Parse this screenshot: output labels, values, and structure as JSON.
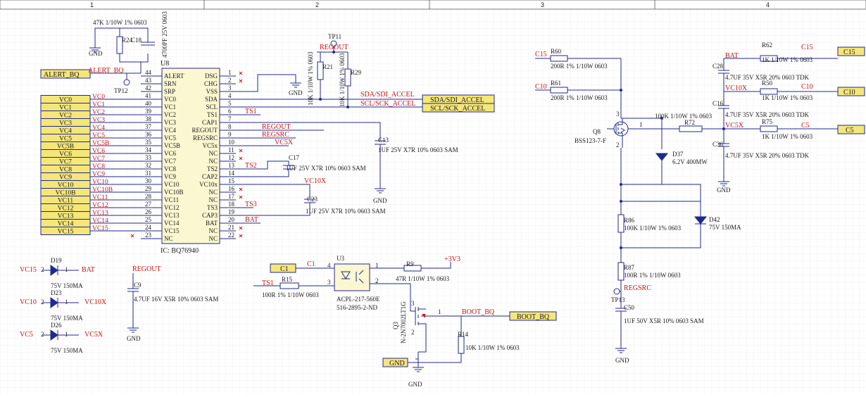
{
  "frame": {
    "columns": [
      "1",
      "2",
      "3",
      "4"
    ]
  },
  "u8": {
    "ref": "U8",
    "ic": "IC: BQ76940",
    "left_pins": [
      {
        "num": "44",
        "name": "ALERT"
      },
      {
        "num": "43",
        "name": "SRN"
      },
      {
        "num": "42",
        "name": "SRP"
      },
      {
        "num": "41",
        "name": "VC0"
      },
      {
        "num": "40",
        "name": "VC1"
      },
      {
        "num": "39",
        "name": "VC2"
      },
      {
        "num": "38",
        "name": "VC3"
      },
      {
        "num": "37",
        "name": "VC4"
      },
      {
        "num": "36",
        "name": "VC5"
      },
      {
        "num": "35",
        "name": "VC5B"
      },
      {
        "num": "34",
        "name": "VC6"
      },
      {
        "num": "33",
        "name": "VC7"
      },
      {
        "num": "32",
        "name": "VC8"
      },
      {
        "num": "31",
        "name": "VC9"
      },
      {
        "num": "30",
        "name": "VC10"
      },
      {
        "num": "29",
        "name": "VC10B"
      },
      {
        "num": "28",
        "name": "VC11"
      },
      {
        "num": "27",
        "name": "VC12"
      },
      {
        "num": "26",
        "name": "VC13"
      },
      {
        "num": "25",
        "name": "VC14"
      },
      {
        "num": "24",
        "name": "VC15"
      },
      {
        "num": "23",
        "name": "NC"
      }
    ],
    "right_pins": [
      {
        "num": "1",
        "name": "DSG"
      },
      {
        "num": "2",
        "name": "CHG"
      },
      {
        "num": "3",
        "name": "VSS"
      },
      {
        "num": "4",
        "name": "SDA"
      },
      {
        "num": "5",
        "name": "SCL"
      },
      {
        "num": "6",
        "name": "TS1"
      },
      {
        "num": "7",
        "name": "CAP1"
      },
      {
        "num": "8",
        "name": "REGOUT"
      },
      {
        "num": "9",
        "name": "REGSRC"
      },
      {
        "num": "10",
        "name": "VC5x"
      },
      {
        "num": "11",
        "name": "NC"
      },
      {
        "num": "12",
        "name": "NC"
      },
      {
        "num": "13",
        "name": "TS2"
      },
      {
        "num": "14",
        "name": "CAP2"
      },
      {
        "num": "15",
        "name": "VC10x"
      },
      {
        "num": "16",
        "name": "NC"
      },
      {
        "num": "17",
        "name": "NC"
      },
      {
        "num": "18",
        "name": "TS3"
      },
      {
        "num": "19",
        "name": "CAP3"
      },
      {
        "num": "20",
        "name": "BAT"
      },
      {
        "num": "21",
        "name": "NC"
      },
      {
        "num": "22",
        "name": "NC"
      }
    ]
  },
  "vc_ports": [
    "VC0",
    "VC1",
    "VC2",
    "VC3",
    "VC4",
    "VC5",
    "VC5B",
    "VC6",
    "VC7",
    "VC8",
    "VC9",
    "VC10",
    "VC10B",
    "VC11",
    "VC12",
    "VC13",
    "VC14",
    "VC15"
  ],
  "left_nets": [
    "VC0",
    "VC1",
    "VC2",
    "VC3",
    "VC4",
    "VC5",
    "VC5B",
    "VC6",
    "VC7",
    "VC8",
    "VC9",
    "VC10",
    "VC10B",
    "VC11",
    "VC12",
    "VC13",
    "VC14",
    "VC15"
  ],
  "right_nets": {
    "ts1": "TS1",
    "regout": "REGOUT",
    "regsrc": "REGSRC",
    "vc5x": "VC5X",
    "ts2": "TS2",
    "vc10x": "VC10X",
    "ts3": "TS3",
    "bat": "BAT"
  },
  "ports": {
    "alert_bq": "ALERT_BQ",
    "sda": "SDA/SDI_ACCEL",
    "scl": "SCL/SCK_ACCEL",
    "c1": "C1",
    "boot_bq": "BOOT_BQ",
    "gnd": "GND",
    "c15": "C15",
    "c10": "C10",
    "c5": "C5"
  },
  "nets": {
    "alert_bq": "ALERT_BQ",
    "regout": "REGOUT",
    "sda": "SDA/SDI_ACCEL",
    "scl": "SCL/SCK_ACCEL",
    "c1": "C1",
    "ts1": "TS1",
    "v33": "+3V3",
    "boot": "BOOT_BQ",
    "regsrc": "REGSRC",
    "c15": "C15",
    "c10": "C10",
    "bat": "BAT",
    "vc10x": "VC10X",
    "vc5x": "VC5X",
    "c5": "C5",
    "c15_r": "C15",
    "c10_r": "C10",
    "vc15": "VC15",
    "vc10": "VC10",
    "vc5": "VC5",
    "bat_d": "BAT",
    "vc10x_d": "VC10X",
    "vc5x_d": "VC5X"
  },
  "gnd_label": "GND",
  "components": {
    "r24": {
      "value": "47K 1/10W 1% 0603",
      "ref": "R24"
    },
    "c18": {
      "ref": "C18",
      "value": "4700PF 25V 0603"
    },
    "tp12": {
      "ref": "TP12"
    },
    "tp11": {
      "ref": "TP11"
    },
    "r21": {
      "ref": "R21",
      "value": "10K 1/10W 1% 0603"
    },
    "r29": {
      "ref": "R29",
      "value": "10K 1/10W 1% 0603"
    },
    "c13": {
      "ref": "C13",
      "value": "1UF 25V X7R 10% 0603 SAM"
    },
    "c17": {
      "ref": "C17",
      "value": "1UF 25V X7R 10% 0603 SAM"
    },
    "c23": {
      "ref": "C23",
      "value": "1UF 25V X7R 10% 0603 SAM"
    },
    "d19": {
      "ref": "D19",
      "value": "75V 150MA"
    },
    "d23": {
      "ref": "D23",
      "value": "75V 150MA"
    },
    "d26": {
      "ref": "D26",
      "value": "75V 150MA"
    },
    "c9": {
      "ref": "C9",
      "value": "4.7UF 16V X5R 10% 0603 SAM"
    },
    "u3": {
      "ref": "U3",
      "value": "ACPL-217-560E",
      "part": "516-2895-2-ND"
    },
    "r15": {
      "ref": "R15",
      "value": "100R 1% 1/10W 0603"
    },
    "r9": {
      "ref": "R9",
      "value": "47R 1/10W 1% 0603"
    },
    "q3": {
      "ref": "Q3",
      "value": "N-2N7002LT1G"
    },
    "r14": {
      "ref": "R14",
      "value": "10K 1/10W 1% 0603"
    },
    "r60": {
      "ref": "R60",
      "value": "200R 1% 1/10W 0603"
    },
    "r61": {
      "ref": "R61",
      "value": "200R 1% 1/10W 0603"
    },
    "q8": {
      "ref": "Q8",
      "value": "BSS123-7-F"
    },
    "r72": {
      "ref": "R72",
      "value": "100K 1/10W 1% 0603"
    },
    "d37": {
      "ref": "D37",
      "value": "6.2V 400MW"
    },
    "r86": {
      "ref": "R86",
      "value": "100K 1/10W 1% 0603"
    },
    "d42": {
      "ref": "D42",
      "value": "75V 150MA"
    },
    "r87": {
      "ref": "R87",
      "value": "100R 1% 1/10W 0603"
    },
    "tp13": {
      "ref": "TP13"
    },
    "c50": {
      "ref": "C50",
      "value": "1UF 50V X5R 10% 0603 SAM"
    },
    "c28": {
      "ref": "C28",
      "value": "4.7UF 35V X5R 20% 0603 TDK"
    },
    "c16": {
      "ref": "C16",
      "value": "4.7UF 35V X5R 20% 0603 TDK"
    },
    "c36": {
      "ref": "C36",
      "value": "4.7UF 35V X5R 20% 0603 TDK"
    },
    "r62": {
      "ref": "R62",
      "value": "1K 1/10W 1% 0603"
    },
    "r50": {
      "ref": "R50",
      "value": "1K 1/10W 1% 0603"
    },
    "r75": {
      "ref": "R75",
      "value": "1K 1/10W 1% 0603"
    }
  },
  "colors": {
    "wire": "#1f2a8c",
    "net": "#cc1111",
    "port_fill": "#f5e67a",
    "body_fill": "#fbf7d0",
    "grid": "#e6e6ec",
    "text": "#1a1a1a"
  }
}
